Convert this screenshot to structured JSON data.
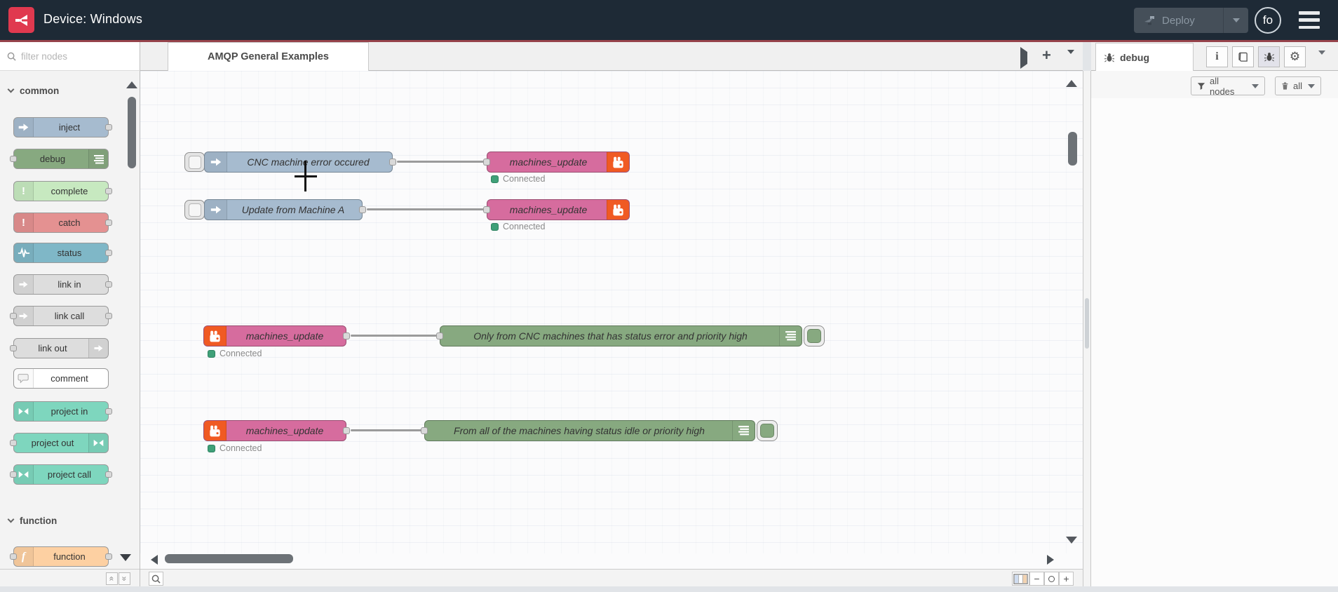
{
  "header": {
    "title": "Device: Windows",
    "deploy_label": "Deploy",
    "avatar_text": "fo"
  },
  "toolbar": {
    "filter_placeholder": "filter nodes",
    "tab_label": "AMQP General Examples"
  },
  "palette": {
    "categories": [
      {
        "label": "common",
        "items": [
          {
            "label": "inject",
            "color": "#a6bbcf"
          },
          {
            "label": "debug",
            "color": "#87a980"
          },
          {
            "label": "complete",
            "color": "#c7e9c0"
          },
          {
            "label": "catch",
            "color": "#e49191"
          },
          {
            "label": "status",
            "color": "#7fb7c7"
          },
          {
            "label": "link in",
            "color": "#dddddd"
          },
          {
            "label": "link call",
            "color": "#dddddd"
          },
          {
            "label": "link out",
            "color": "#dddddd"
          },
          {
            "label": "comment",
            "color": "#ffffff"
          },
          {
            "label": "project in",
            "color": "#7ed6be"
          },
          {
            "label": "project out",
            "color": "#7ed6be"
          },
          {
            "label": "project call",
            "color": "#7ed6be"
          }
        ]
      },
      {
        "label": "function",
        "items": [
          {
            "label": "function",
            "color": "#fdd0a2"
          }
        ]
      }
    ]
  },
  "flow": {
    "nodes": {
      "inject1": {
        "label": "CNC machine error occured"
      },
      "inject2": {
        "label": "Update from Machine A"
      },
      "amqp_out1": {
        "label": "machines_update",
        "status": "Connected"
      },
      "amqp_out2": {
        "label": "machines_update",
        "status": "Connected"
      },
      "amqp_in1": {
        "label": "machines_update",
        "status": "Connected"
      },
      "amqp_in2": {
        "label": "machines_update",
        "status": "Connected"
      },
      "debug1": {
        "label": "Only from CNC machines that has status error and priority high"
      },
      "debug2": {
        "label": "From all of the machines having status idle or priority high"
      }
    },
    "colors": {
      "inject": "#a6bbcf",
      "debug": "#87a980",
      "amqp": "#d66c9e",
      "amqp_icon": "#f05a23",
      "status_dot": "#3fa078",
      "wire": "#9b9b9b"
    }
  },
  "sidebar": {
    "tab_label": "debug",
    "filter_button_label": "all nodes",
    "clear_button_label": "all"
  },
  "icons": {
    "plus_glyph": "+",
    "minus_glyph": "−",
    "chevrons_left": "«",
    "chevrons_right": "»"
  },
  "colors": {
    "header_bg": "#1e2a36",
    "header_accent": "#97434b",
    "logo_bg": "#e0394f",
    "canvas_bg": "#fbfbfc",
    "palette_bg": "#f3f3f3"
  }
}
